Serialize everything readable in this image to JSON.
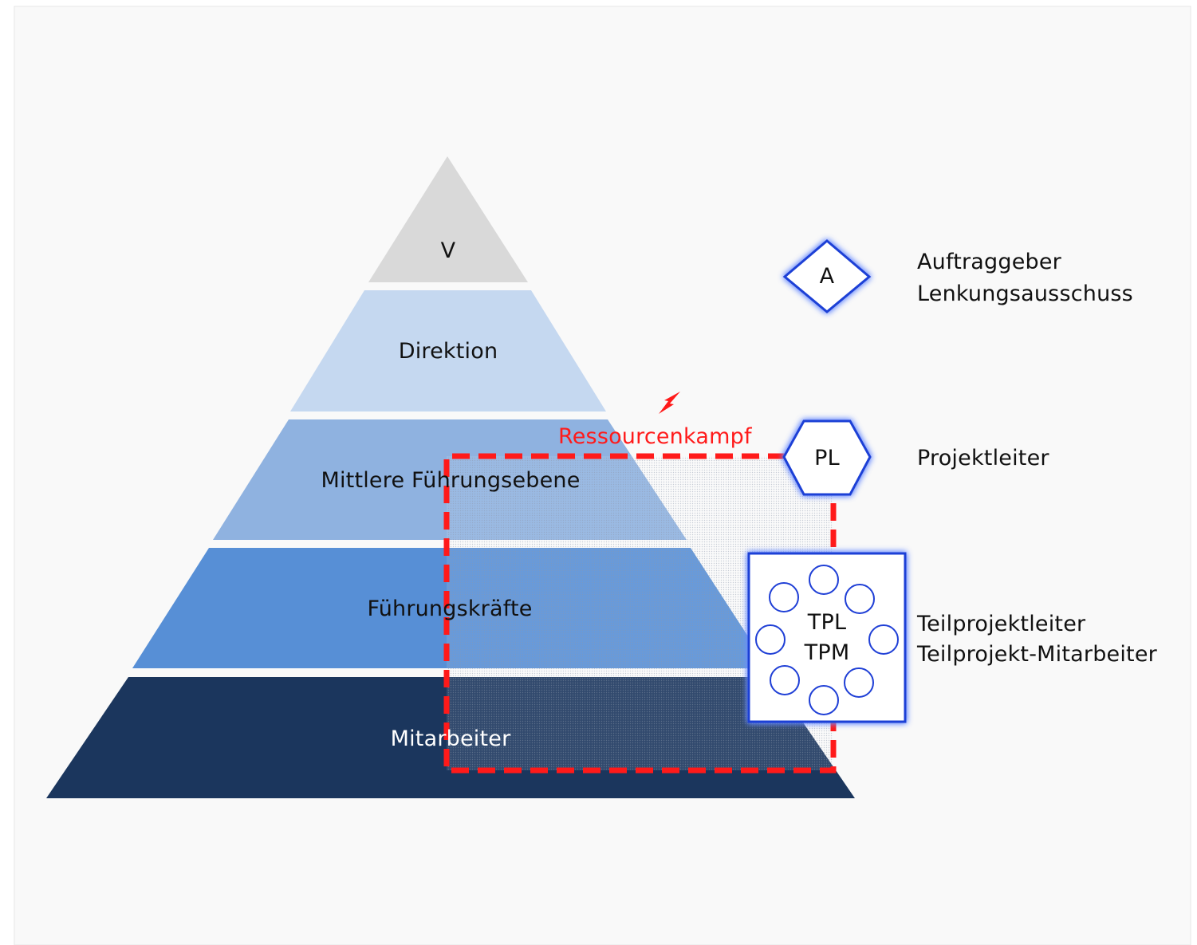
{
  "pyramid": {
    "levels": [
      {
        "label": "V",
        "color": "#d9d9d9"
      },
      {
        "label": "Direktion",
        "color": "#c5d8f0"
      },
      {
        "label": "Mittlere Führungsebene",
        "color": "#8fb2e0"
      },
      {
        "label": "Führungskräfte",
        "color": "#578fd6"
      },
      {
        "label": "Mitarbeiter",
        "color": "#1b365d"
      }
    ]
  },
  "conflict": {
    "label": "Ressourcenkampf",
    "icon": "lightning-icon",
    "color": "#ff1a1a"
  },
  "roles": {
    "auftraggeber": {
      "symbol": "A",
      "line1": "Auftraggeber",
      "line2": "Lenkungsausschuss"
    },
    "projektleiter": {
      "symbol": "PL",
      "line1": "Projektleiter"
    },
    "teilprojekt": {
      "symbol_line1": "TPL",
      "symbol_line2": "TPM",
      "line1": "Teilprojektleiter",
      "line2": "Teilprojekt-Mitarbeiter"
    }
  },
  "colors": {
    "shape_border": "#1f3fd6",
    "glow": "#6a8cff",
    "background": "#f9f9f9"
  }
}
